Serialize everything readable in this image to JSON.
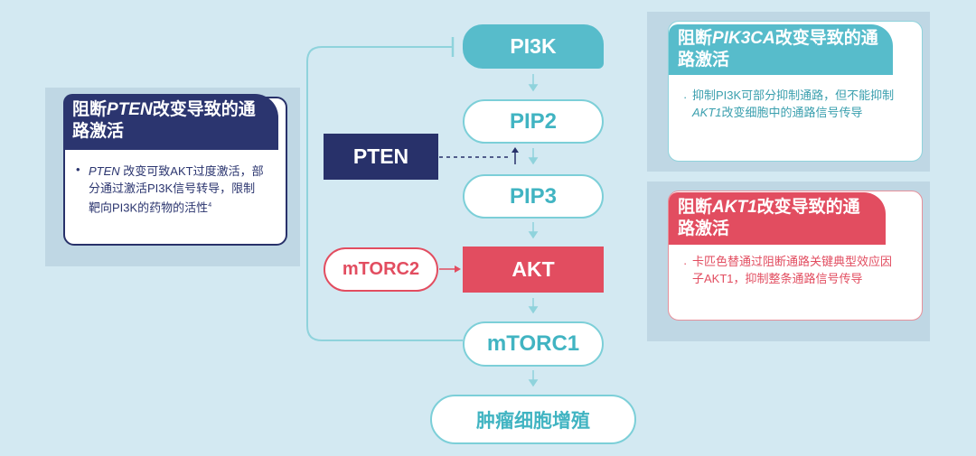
{
  "pathway": {
    "pi3k": "PI3K",
    "pip2": "PIP2",
    "pip3": "PIP3",
    "akt": "AKT",
    "mtorc1": "mTORC1",
    "tumor": "肿瘤细胞增殖",
    "pten": "PTEN",
    "mtorc2": "mTORC2"
  },
  "cards": {
    "pten": {
      "title_prefix": "阻断",
      "title_gene": "PTEN",
      "title_suffix": "改变导致的通路激活",
      "bullet": "•",
      "body_gene": "PTEN",
      "body_text": " 改变可致AKT过度激活，部分通过激活PI3K信号转导，限制靶向PI3K的药物的活性",
      "footnote": "4"
    },
    "pik3ca": {
      "title_prefix": "阻断",
      "title_gene": "PIK3CA",
      "title_suffix": "改变导致的通路激活",
      "bullet": "·",
      "body_text_1": "抑制PI3K可部分抑制通路，但不能抑制",
      "body_gene": "AKT1",
      "body_text_2": "改变细胞中的通路信号传导"
    },
    "akt1": {
      "title_prefix": "阻断",
      "title_gene": "AKT1",
      "title_suffix": "改变导致的通路激活",
      "bullet": "·",
      "body_text": "卡匹色替通过阻断通路关键典型效应因子AKT1，抑制整条通路信号传导"
    }
  },
  "colors": {
    "background": "#d3e9f2",
    "teal": "#57bccb",
    "navy": "#2b356f",
    "red": "#e24d60"
  }
}
